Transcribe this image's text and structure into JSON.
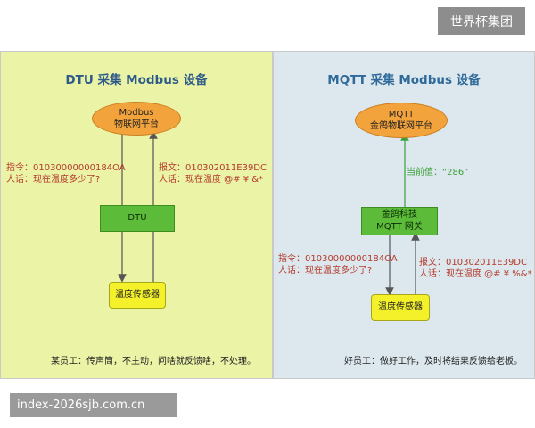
{
  "watermark_top": "世界杯集团",
  "watermark_bottom": "index-2026sjb.com.cn",
  "left": {
    "title": "DTU 采集 Modbus 设备",
    "platform_line1": "Modbus",
    "platform_line2": "物联网平台",
    "command_line1": "指令：01030000000184OA",
    "command_line2": "人话：现在温度多少了?",
    "report_line1": "报文：010302011E39DC",
    "report_line2": "人话：现在温度 @# ¥ &*",
    "dtu": "DTU",
    "sensor": "温度传感器",
    "caption": "某员工：传声筒，不主动，问啥就反馈啥，不处理。"
  },
  "right": {
    "title": "MQTT 采集 Modbus 设备",
    "platform_line1": "MQTT",
    "platform_line2": "金鸽物联网平台",
    "current_value": "当前值：“286”",
    "gateway_line1": "金鸽科技",
    "gateway_line2": "MQTT 网关",
    "command_line1": "指令：01030000000184OA",
    "command_line2": "人话：现在温度多少了?",
    "report_line1": "报文：010302011E39DC",
    "report_line2": "人话：现在温度 @# ¥ %&*",
    "sensor": "温度传感器",
    "caption": "好员工：做好工作，及时将结果反馈给老板。"
  }
}
